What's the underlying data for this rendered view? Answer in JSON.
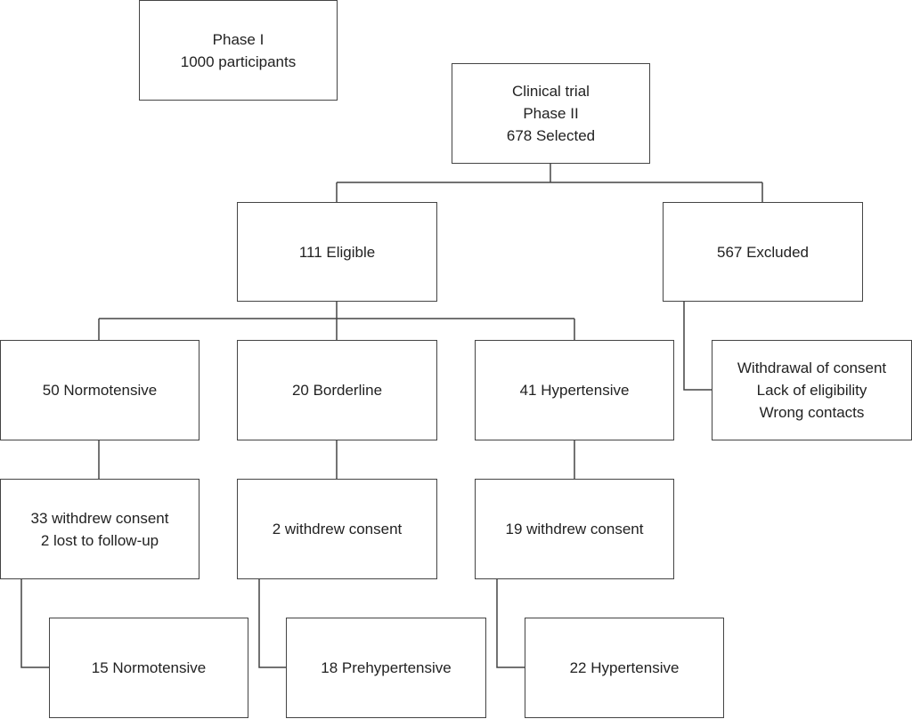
{
  "nodes": {
    "phase1": [
      "Phase I",
      "1000 participants"
    ],
    "phase2": [
      "Clinical trial",
      "Phase II",
      "678 Selected"
    ],
    "eligible": [
      "111 Eligible"
    ],
    "excluded": [
      "567 Excluded"
    ],
    "exclusion_reasons": [
      "Withdrawal of consent",
      "Lack of eligibility",
      "Wrong contacts"
    ],
    "normotensive": [
      "50 Normotensive"
    ],
    "borderline": [
      "20 Borderline"
    ],
    "hypertensive": [
      "41 Hypertensive"
    ],
    "normotensive_dropout": [
      "33 withdrew consent",
      "2 lost to follow-up"
    ],
    "borderline_dropout": [
      "2 withdrew consent"
    ],
    "hypertensive_dropout": [
      "19 withdrew consent"
    ],
    "normotensive_final": [
      "15 Normotensive"
    ],
    "borderline_final": [
      "18 Prehypertensive"
    ],
    "hypertensive_final": [
      "22 Hypertensive"
    ]
  }
}
